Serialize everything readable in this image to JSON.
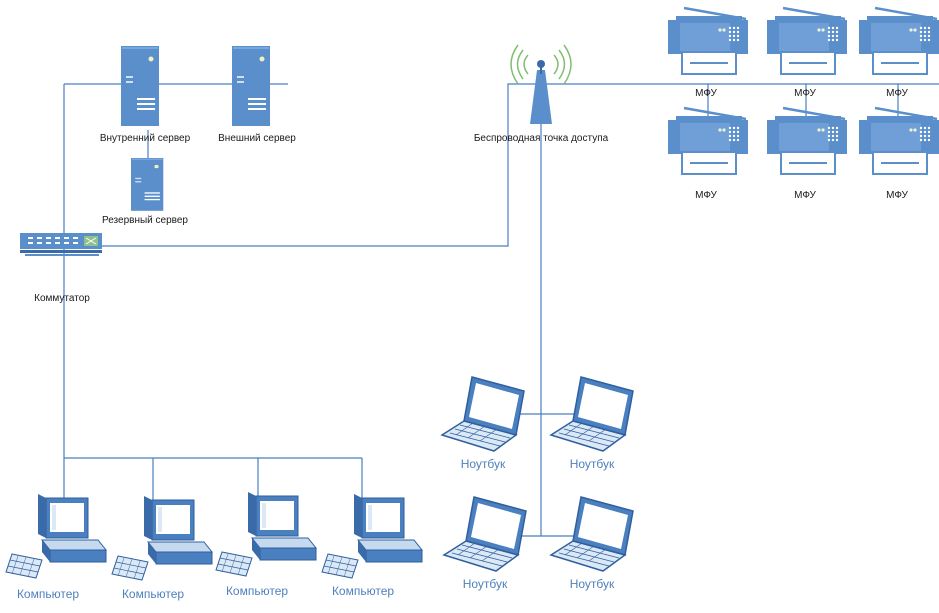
{
  "nodes": {
    "internal_server": "Внутренний сервер",
    "external_server": "Внешний сервер",
    "backup_server": "Резервный сервер",
    "switch": "Коммутатор",
    "access_point": "Беспроводная точка доступа",
    "mfps": [
      "МФУ",
      "МФУ",
      "МФУ",
      "МФУ",
      "МФУ",
      "МФУ"
    ],
    "laptops": [
      "Ноутбук",
      "Ноутбук",
      "Ноутбук",
      "Ноутбук"
    ],
    "computers": [
      "Компьютер",
      "Компьютер",
      "Компьютер",
      "Компьютер"
    ]
  },
  "colors": {
    "device_blue": "#5b8fcb",
    "wire_blue": "#4a7fc0",
    "label_blue": "#4f81bd",
    "label_dark": "#1a1a1a",
    "signal_green": "#7fbf6f"
  }
}
